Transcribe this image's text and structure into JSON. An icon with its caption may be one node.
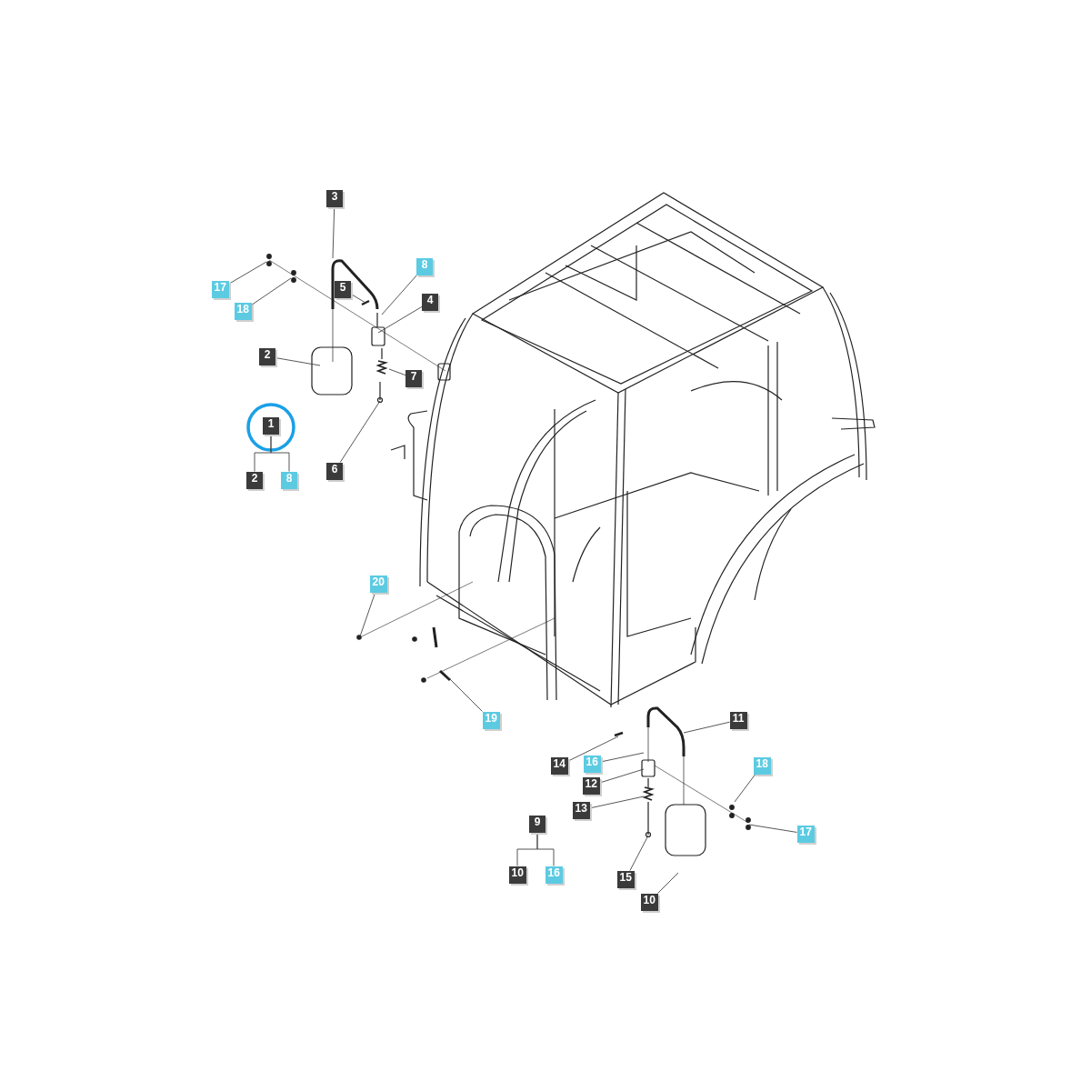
{
  "diagram": {
    "nodes": [
      {
        "text": [
          "3"
        ]
      },
      {
        "text": [
          "8"
        ]
      },
      {
        "text": [
          "17"
        ]
      },
      {
        "text": [
          "5"
        ]
      },
      {
        "text": [
          "18"
        ]
      },
      {
        "text": [
          "4"
        ]
      },
      {
        "text": [
          "2"
        ]
      },
      {
        "text": [
          "7"
        ]
      },
      {
        "text": [
          "1"
        ]
      },
      {
        "text": [
          "2"
        ]
      },
      {
        "text": [
          "8"
        ]
      },
      {
        "text": [
          "6"
        ]
      },
      {
        "text": [
          "20"
        ]
      },
      {
        "text": [
          "19"
        ]
      },
      {
        "text": [
          "11"
        ]
      },
      {
        "text": [
          "18"
        ]
      },
      {
        "text": [
          "14"
        ]
      },
      {
        "text": [
          "16"
        ]
      },
      {
        "text": [
          "12"
        ]
      },
      {
        "text": [
          "13"
        ]
      },
      {
        "text": [
          "9"
        ]
      },
      {
        "text": [
          "17"
        ]
      },
      {
        "text": [
          "10"
        ]
      },
      {
        "text": [
          "16"
        ]
      },
      {
        "text": [
          "15"
        ]
      },
      {
        "text": [
          "10"
        ]
      }
    ],
    "edges": [
      {
        "from": 0,
        "to": null,
        "arrow": "none"
      },
      {
        "from": 1,
        "to": null,
        "arrow": "none"
      },
      {
        "from": 2,
        "to": null,
        "arrow": "none"
      },
      {
        "from": 3,
        "to": null,
        "arrow": "none"
      },
      {
        "from": 4,
        "to": null,
        "arrow": "none"
      },
      {
        "from": 5,
        "to": null,
        "arrow": "none"
      },
      {
        "from": 6,
        "to": null,
        "arrow": "none"
      },
      {
        "from": 7,
        "to": null,
        "arrow": "none"
      },
      {
        "from": 8,
        "to": 9,
        "arrow": "none"
      },
      {
        "from": 8,
        "to": 10,
        "arrow": "none"
      },
      {
        "from": 11,
        "to": null,
        "arrow": "none"
      },
      {
        "from": 12,
        "to": null,
        "arrow": "none"
      },
      {
        "from": 13,
        "to": null,
        "arrow": "none"
      },
      {
        "from": 14,
        "to": null,
        "arrow": "none"
      },
      {
        "from": 15,
        "to": null,
        "arrow": "none"
      },
      {
        "from": 16,
        "to": null,
        "arrow": "none"
      },
      {
        "from": 17,
        "to": null,
        "arrow": "none"
      },
      {
        "from": 18,
        "to": null,
        "arrow": "none"
      },
      {
        "from": 19,
        "to": null,
        "arrow": "none"
      },
      {
        "from": 20,
        "to": 22,
        "arrow": "none"
      },
      {
        "from": 20,
        "to": 23,
        "arrow": "none"
      },
      {
        "from": 21,
        "to": null,
        "arrow": "none"
      },
      {
        "from": 24,
        "to": null,
        "arrow": "none"
      },
      {
        "from": 25,
        "to": null,
        "arrow": "none"
      }
    ]
  }
}
